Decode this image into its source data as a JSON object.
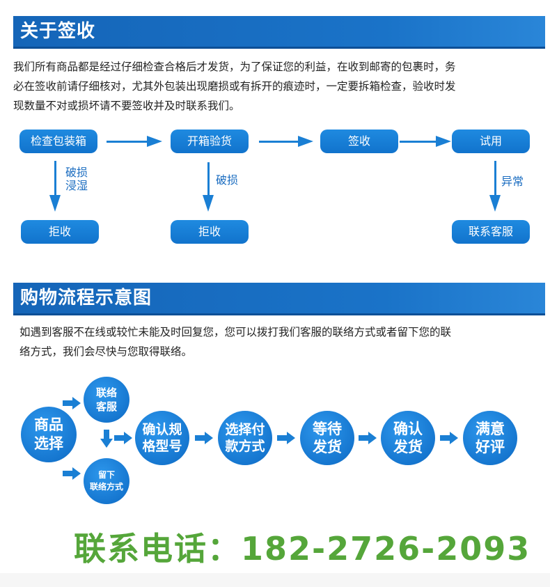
{
  "section1": {
    "title": "关于签收",
    "paragraph_lines": [
      "我们所有商品都是经过仔细检查合格后才发货，为了保证您的利益，在收到邮寄的包裹时，务",
      "必在签收前请仔细核对，尤其外包装出现磨损或有拆开的痕迹时，一定要拆箱检查，验收时发",
      "现数量不对或损坏请不要签收并及时联系我们。"
    ],
    "flow": {
      "steps": [
        "检查包装箱",
        "开箱验货",
        "签收",
        "试用"
      ],
      "branches": [
        {
          "condition_lines": [
            "破损",
            "浸湿"
          ],
          "result": "拒收"
        },
        {
          "condition_lines": [
            "破损"
          ],
          "result": "拒收"
        },
        {
          "condition_lines": [
            "异常"
          ],
          "result": "联系客服"
        }
      ]
    }
  },
  "section2": {
    "title": "购物流程示意图",
    "paragraph_lines": [
      "如遇到客服不在线或较忙未能及时回复您，您可以拨打我们客服的联络方式或者留下您的联",
      "络方式，我们会尽快与您取得联络。"
    ],
    "flow": {
      "start": [
        "商品",
        "选择"
      ],
      "option_top": [
        "联络",
        "客服"
      ],
      "option_bottom": [
        "留下",
        "联络方式"
      ],
      "steps": [
        [
          "确认规",
          "格型号"
        ],
        [
          "选择付",
          "款方式"
        ],
        [
          "等待",
          "发货"
        ],
        [
          "确认",
          "发货"
        ],
        [
          "满意",
          "好评"
        ]
      ]
    }
  },
  "contact": {
    "phone_text": "联系电话：182-2726-2093"
  },
  "colors": {
    "banner_blue": "#1565b8",
    "flow_blue": "#1a7fd4",
    "phone_green": "#55a63a"
  }
}
